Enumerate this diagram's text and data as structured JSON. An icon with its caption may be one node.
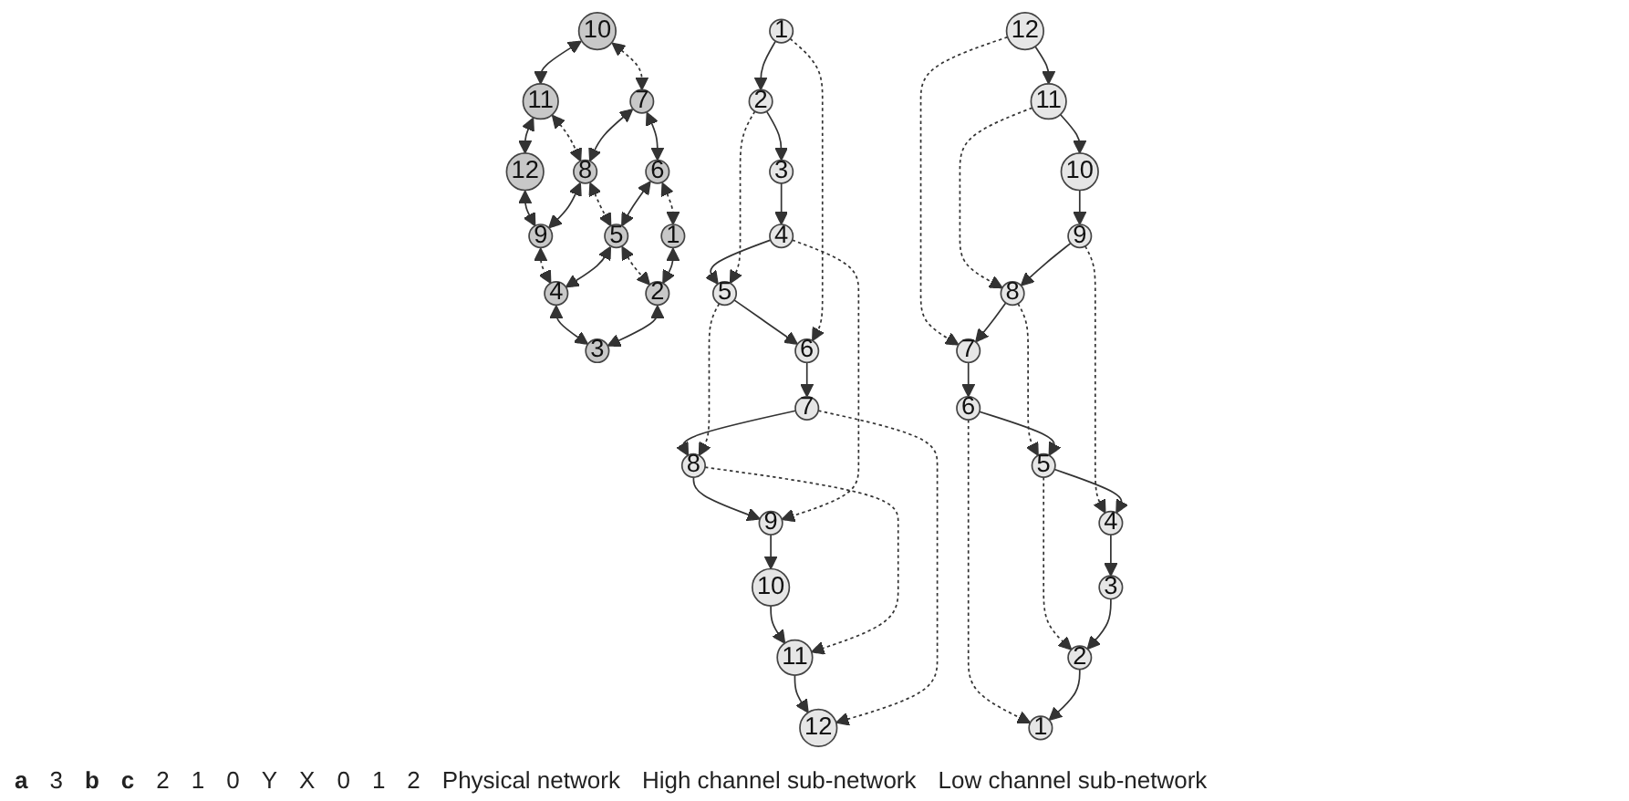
{
  "diagram": {
    "nodes": [
      {
        "text": [
          "10"
        ]
      },
      {
        "text": [
          "11"
        ]
      },
      {
        "text": [
          "12"
        ]
      },
      {
        "text": [
          "7"
        ]
      },
      {
        "text": [
          "8"
        ]
      },
      {
        "text": [
          "9"
        ]
      },
      {
        "text": [
          "6"
        ]
      },
      {
        "text": [
          "5"
        ]
      },
      {
        "text": [
          "4"
        ]
      },
      {
        "text": [
          "1"
        ]
      },
      {
        "text": [
          "2"
        ]
      },
      {
        "text": [
          "3"
        ]
      },
      {
        "text": [
          "12"
        ]
      },
      {
        "text": [
          "11"
        ]
      },
      {
        "text": [
          "10"
        ]
      },
      {
        "text": [
          "7"
        ]
      },
      {
        "text": [
          "8"
        ]
      },
      {
        "text": [
          "9"
        ]
      },
      {
        "text": [
          "6"
        ]
      },
      {
        "text": [
          "5"
        ]
      },
      {
        "text": [
          "4"
        ]
      },
      {
        "text": [
          "1"
        ]
      },
      {
        "text": [
          "2"
        ]
      },
      {
        "text": [
          "3"
        ]
      },
      {
        "text": [
          "12"
        ]
      },
      {
        "text": [
          "11"
        ]
      },
      {
        "text": [
          "10"
        ]
      },
      {
        "text": [
          "7"
        ]
      },
      {
        "text": [
          "8"
        ]
      },
      {
        "text": [
          "9"
        ]
      },
      {
        "text": [
          "6"
        ]
      },
      {
        "text": [
          "5"
        ]
      },
      {
        "text": [
          "4"
        ]
      },
      {
        "text": [
          "1"
        ]
      },
      {
        "text": [
          "2"
        ]
      },
      {
        "text": [
          "3"
        ]
      }
    ],
    "edges": [
      {
        "from": 0,
        "to": 1,
        "arrow": "both"
      },
      {
        "from": 1,
        "to": 2,
        "arrow": "both"
      },
      {
        "from": 0,
        "to": 3,
        "arrow": "both",
        "style": "dashed"
      },
      {
        "from": 1,
        "to": 4,
        "arrow": "both",
        "style": "dashed"
      },
      {
        "from": 2,
        "to": 5,
        "arrow": "both"
      },
      {
        "from": 3,
        "to": 4,
        "arrow": "both"
      },
      {
        "from": 4,
        "to": 5,
        "arrow": "both"
      },
      {
        "from": 3,
        "to": 6,
        "arrow": "both"
      },
      {
        "from": 4,
        "to": 7,
        "arrow": "both",
        "style": "dashed"
      },
      {
        "from": 5,
        "to": 8,
        "arrow": "both",
        "style": "dashed"
      },
      {
        "from": 6,
        "to": 7,
        "arrow": "both"
      },
      {
        "from": 7,
        "to": 8,
        "arrow": "both"
      },
      {
        "from": 6,
        "to": 9,
        "arrow": "both",
        "style": "dashed"
      },
      {
        "from": 7,
        "to": 10,
        "arrow": "both",
        "style": "dashed"
      },
      {
        "from": 8,
        "to": 11,
        "arrow": "both"
      },
      {
        "from": 9,
        "to": 10,
        "arrow": "both"
      },
      {
        "from": 10,
        "to": 11,
        "arrow": "both"
      },
      {
        "from": 13,
        "to": 12,
        "arrow": "to"
      },
      {
        "from": 14,
        "to": 13,
        "arrow": "to"
      },
      {
        "from": 15,
        "to": 12,
        "arrow": "to",
        "style": "dashed"
      },
      {
        "from": 16,
        "to": 13,
        "arrow": "to",
        "style": "dashed"
      },
      {
        "from": 17,
        "to": 14,
        "arrow": "to"
      },
      {
        "from": 15,
        "to": 16,
        "arrow": "to"
      },
      {
        "from": 16,
        "to": 17,
        "arrow": "to"
      },
      {
        "from": 18,
        "to": 15,
        "arrow": "to"
      },
      {
        "from": 19,
        "to": 16,
        "arrow": "to",
        "style": "dashed"
      },
      {
        "from": 20,
        "to": 17,
        "arrow": "to",
        "style": "dashed"
      },
      {
        "from": 19,
        "to": 18,
        "arrow": "to"
      },
      {
        "from": 20,
        "to": 19,
        "arrow": "to"
      },
      {
        "from": 21,
        "to": 18,
        "arrow": "to",
        "style": "dashed"
      },
      {
        "from": 22,
        "to": 19,
        "arrow": "to",
        "style": "dashed"
      },
      {
        "from": 23,
        "to": 20,
        "arrow": "to"
      },
      {
        "from": 21,
        "to": 22,
        "arrow": "to"
      },
      {
        "from": 22,
        "to": 23,
        "arrow": "to"
      },
      {
        "from": 24,
        "to": 25,
        "arrow": "to"
      },
      {
        "from": 25,
        "to": 26,
        "arrow": "to"
      },
      {
        "from": 24,
        "to": 27,
        "arrow": "to",
        "style": "dashed"
      },
      {
        "from": 25,
        "to": 28,
        "arrow": "to",
        "style": "dashed"
      },
      {
        "from": 26,
        "to": 29,
        "arrow": "to"
      },
      {
        "from": 28,
        "to": 27,
        "arrow": "to"
      },
      {
        "from": 29,
        "to": 28,
        "arrow": "to"
      },
      {
        "from": 27,
        "to": 30,
        "arrow": "to"
      },
      {
        "from": 28,
        "to": 31,
        "arrow": "to",
        "style": "dashed"
      },
      {
        "from": 29,
        "to": 32,
        "arrow": "to",
        "style": "dashed"
      },
      {
        "from": 30,
        "to": 31,
        "arrow": "to"
      },
      {
        "from": 31,
        "to": 32,
        "arrow": "to"
      },
      {
        "from": 30,
        "to": 33,
        "arrow": "to",
        "style": "dashed"
      },
      {
        "from": 31,
        "to": 34,
        "arrow": "to",
        "style": "dashed"
      },
      {
        "from": 32,
        "to": 35,
        "arrow": "to"
      },
      {
        "from": 34,
        "to": 33,
        "arrow": "to"
      },
      {
        "from": 35,
        "to": 34,
        "arrow": "to"
      }
    ],
    "labels": [
      "a",
      "3",
      "b",
      "c",
      "2",
      "1",
      "0",
      "Y",
      "X",
      "0",
      "1",
      "2",
      "Physical network",
      "High channel sub-network",
      "Low channel sub-network"
    ]
  }
}
